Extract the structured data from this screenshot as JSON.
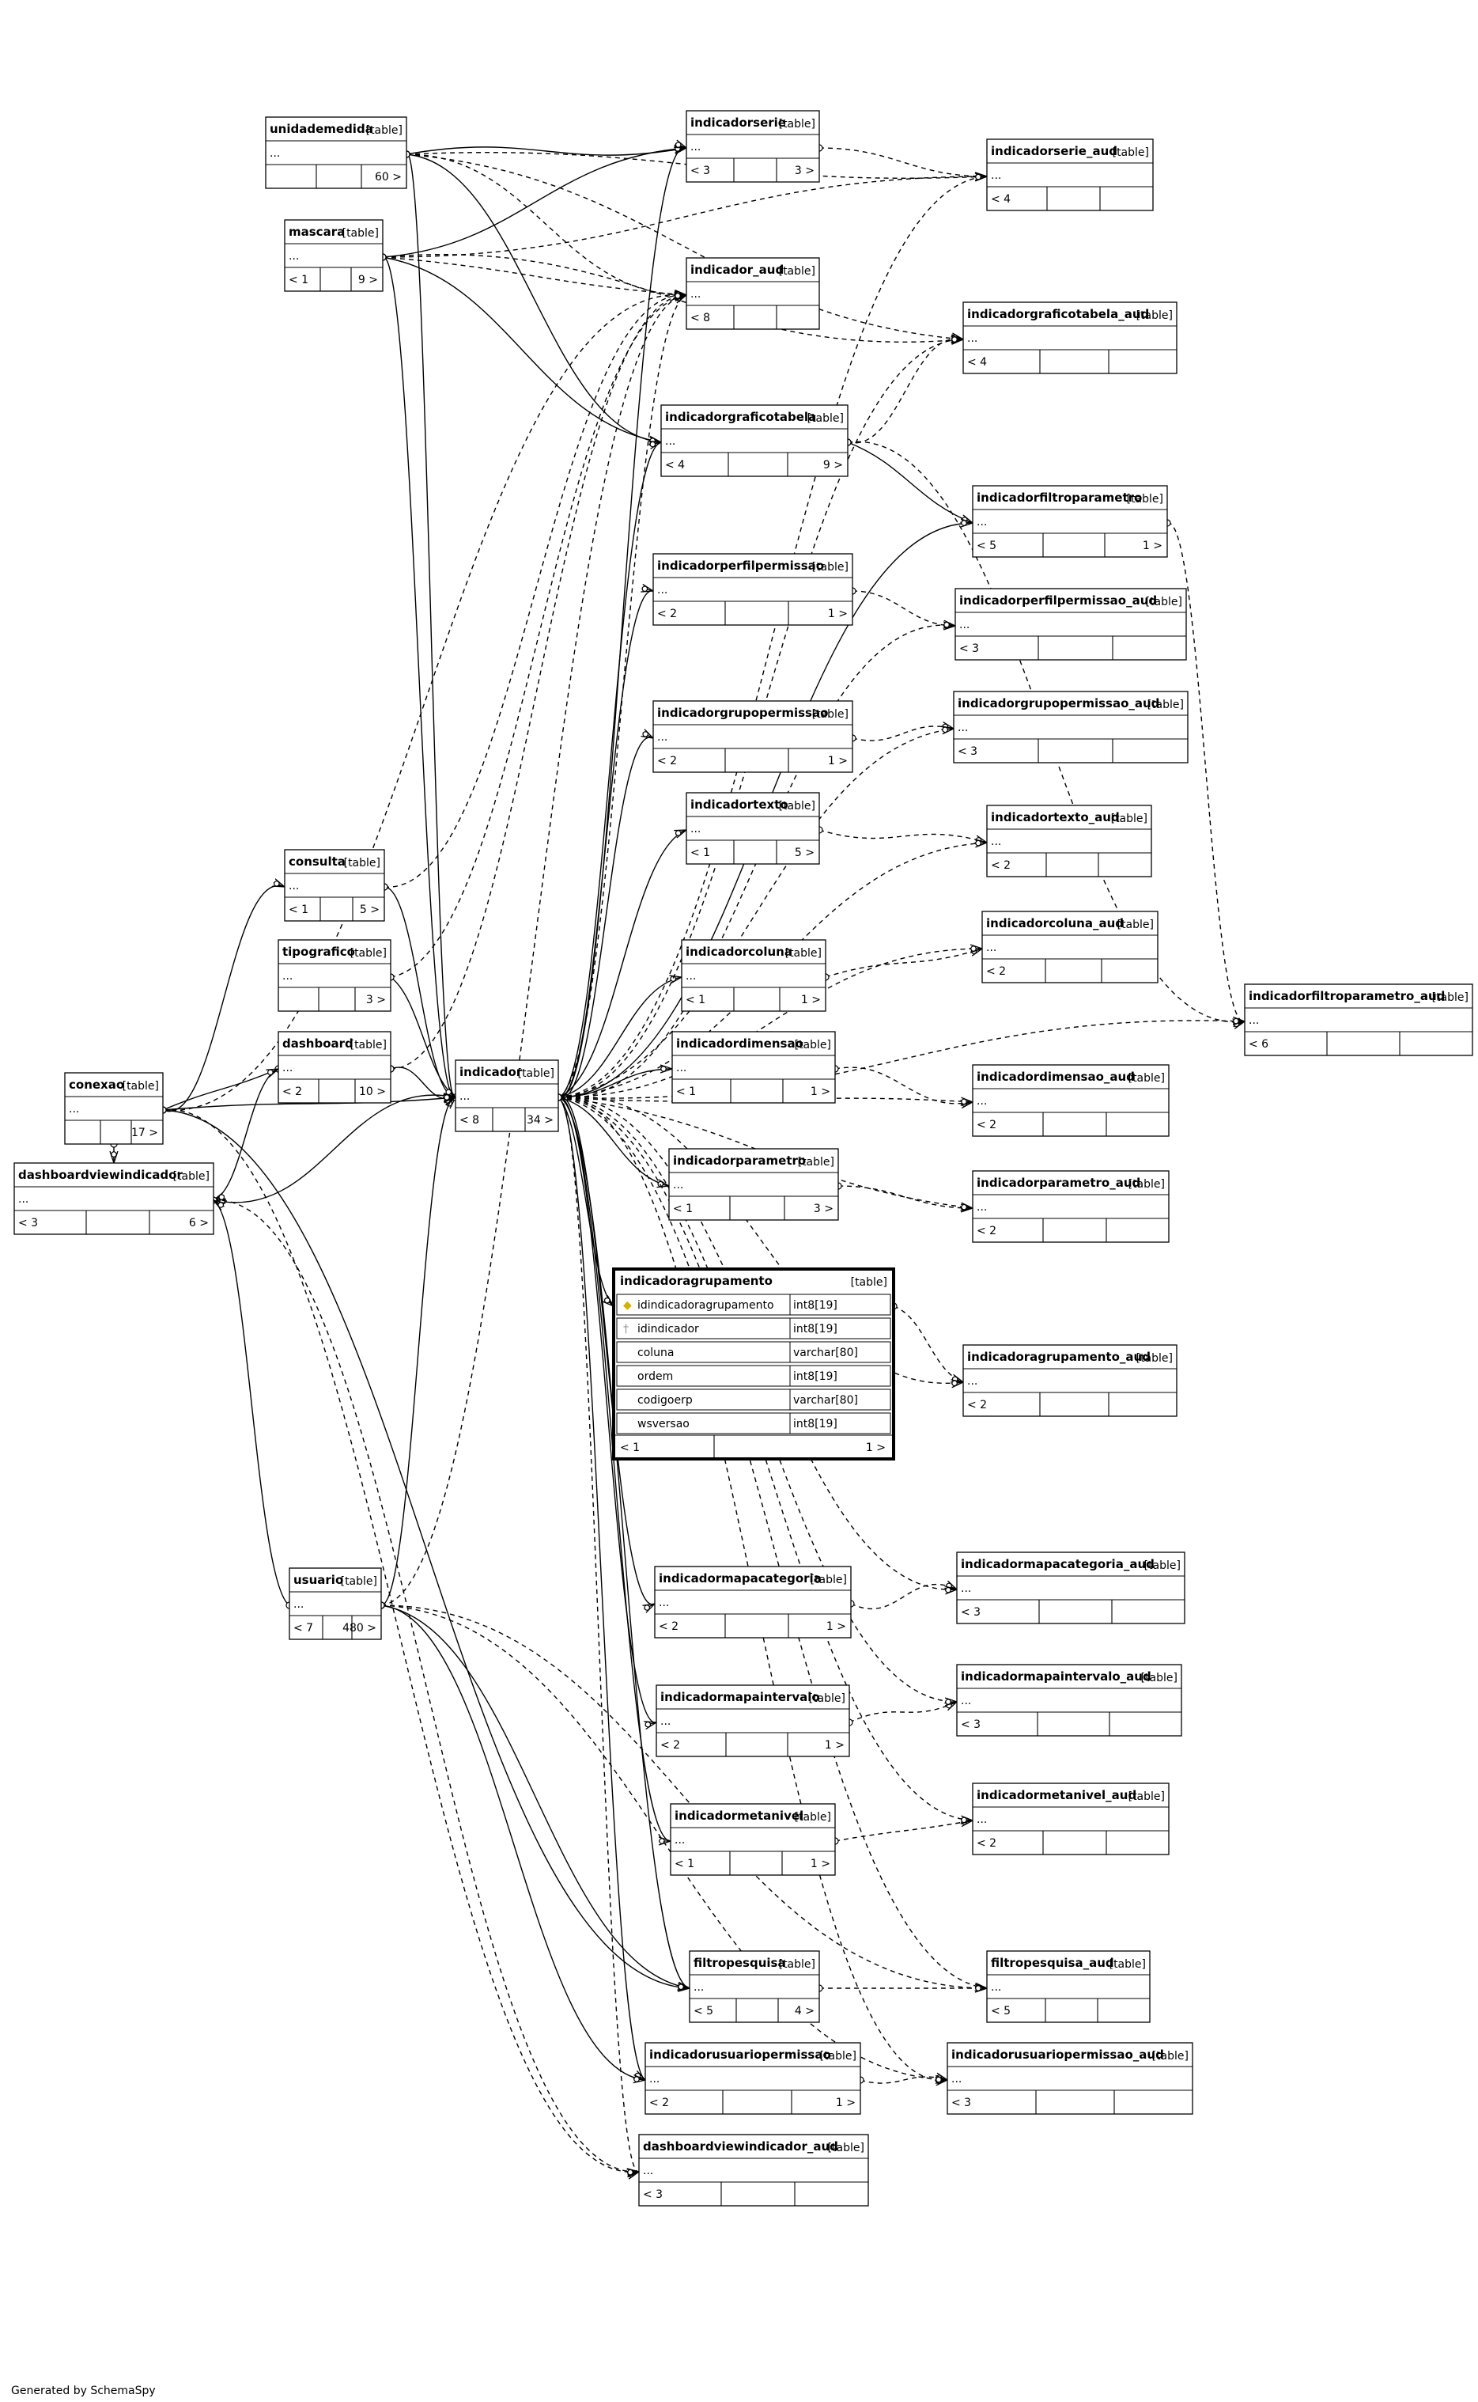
{
  "footer": "Generated by SchemaSpy",
  "tag_text": "[table]",
  "tables": [
    {
      "id": "unidademedida",
      "name": "unidademedida",
      "ellipsis": "...",
      "parents": "",
      "children": "60 >"
    },
    {
      "id": "mascara",
      "name": "mascara",
      "ellipsis": "...",
      "parents": "< 1",
      "children": "9 >"
    },
    {
      "id": "indicadorserie",
      "name": "indicadorserie",
      "ellipsis": "...",
      "parents": "< 3",
      "children": "3 >"
    },
    {
      "id": "indicadorserie_aud",
      "name": "indicadorserie_aud",
      "ellipsis": "...",
      "parents": "< 4",
      "children": ""
    },
    {
      "id": "indicador_aud",
      "name": "indicador_aud",
      "ellipsis": "...",
      "parents": "< 8",
      "children": ""
    },
    {
      "id": "indicadorgraficotabela_aud",
      "name": "indicadorgraficotabela_aud",
      "ellipsis": "...",
      "parents": "< 4",
      "children": ""
    },
    {
      "id": "indicadorgraficotabela",
      "name": "indicadorgraficotabela",
      "ellipsis": "...",
      "parents": "< 4",
      "children": "9 >"
    },
    {
      "id": "indicadorfiltroparametro",
      "name": "indicadorfiltroparametro",
      "ellipsis": "...",
      "parents": "< 5",
      "children": "1 >"
    },
    {
      "id": "indicadorperfilpermissao",
      "name": "indicadorperfilpermissao",
      "ellipsis": "...",
      "parents": "< 2",
      "children": "1 >"
    },
    {
      "id": "indicadorperfilpermissao_aud",
      "name": "indicadorperfilpermissao_aud",
      "ellipsis": "...",
      "parents": "< 3",
      "children": ""
    },
    {
      "id": "indicadorgrupopermissao",
      "name": "indicadorgrupopermissao",
      "ellipsis": "...",
      "parents": "< 2",
      "children": "1 >"
    },
    {
      "id": "indicadorgrupopermissao_aud",
      "name": "indicadorgrupopermissao_aud",
      "ellipsis": "...",
      "parents": "< 3",
      "children": ""
    },
    {
      "id": "indicadortexto",
      "name": "indicadortexto",
      "ellipsis": "...",
      "parents": "< 1",
      "children": "5 >"
    },
    {
      "id": "indicadortexto_aud",
      "name": "indicadortexto_aud",
      "ellipsis": "...",
      "parents": "< 2",
      "children": ""
    },
    {
      "id": "consulta",
      "name": "consulta",
      "ellipsis": "...",
      "parents": "< 1",
      "children": "5 >"
    },
    {
      "id": "indicadorcoluna",
      "name": "indicadorcoluna",
      "ellipsis": "...",
      "parents": "< 1",
      "children": "1 >"
    },
    {
      "id": "indicadorcoluna_aud",
      "name": "indicadorcoluna_aud",
      "ellipsis": "...",
      "parents": "< 2",
      "children": ""
    },
    {
      "id": "tipografico",
      "name": "tipografico",
      "ellipsis": "...",
      "parents": "",
      "children": "3 >"
    },
    {
      "id": "indicadorfiltroparametro_aud",
      "name": "indicadorfiltroparametro_aud",
      "ellipsis": "...",
      "parents": "< 6",
      "children": ""
    },
    {
      "id": "dashboard",
      "name": "dashboard",
      "ellipsis": "...",
      "parents": "< 2",
      "children": "10 >"
    },
    {
      "id": "indicadordimensao",
      "name": "indicadordimensao",
      "ellipsis": "...",
      "parents": "< 1",
      "children": "1 >"
    },
    {
      "id": "conexao",
      "name": "conexao",
      "ellipsis": "...",
      "parents": "",
      "children": "17 >"
    },
    {
      "id": "indicador",
      "name": "indicador",
      "ellipsis": "...",
      "parents": "< 8",
      "children": "34 >"
    },
    {
      "id": "indicadordimensao_aud",
      "name": "indicadordimensao_aud",
      "ellipsis": "...",
      "parents": "< 2",
      "children": ""
    },
    {
      "id": "dashboardviewindicador",
      "name": "dashboardviewindicador",
      "ellipsis": "...",
      "parents": "< 3",
      "children": "6 >"
    },
    {
      "id": "indicadorparametro",
      "name": "indicadorparametro",
      "ellipsis": "...",
      "parents": "< 1",
      "children": "3 >"
    },
    {
      "id": "indicadorparametro_aud",
      "name": "indicadorparametro_aud",
      "ellipsis": "...",
      "parents": "< 2",
      "children": ""
    },
    {
      "id": "indicadoragrupamento_aud",
      "name": "indicadoragrupamento_aud",
      "ellipsis": "...",
      "parents": "< 2",
      "children": ""
    },
    {
      "id": "usuario",
      "name": "usuario",
      "ellipsis": "...",
      "parents": "< 7",
      "children": "480 >"
    },
    {
      "id": "indicadormapacategoria",
      "name": "indicadormapacategoria",
      "ellipsis": "...",
      "parents": "< 2",
      "children": "1 >"
    },
    {
      "id": "indicadormapacategoria_aud",
      "name": "indicadormapacategoria_aud",
      "ellipsis": "...",
      "parents": "< 3",
      "children": ""
    },
    {
      "id": "indicadormapaintervalo_aud",
      "name": "indicadormapaintervalo_aud",
      "ellipsis": "...",
      "parents": "< 3",
      "children": ""
    },
    {
      "id": "indicadormapaintervalo",
      "name": "indicadormapaintervalo",
      "ellipsis": "...",
      "parents": "< 2",
      "children": "1 >"
    },
    {
      "id": "indicadormetanivel_aud",
      "name": "indicadormetanivel_aud",
      "ellipsis": "...",
      "parents": "< 2",
      "children": ""
    },
    {
      "id": "indicadormetanivel",
      "name": "indicadormetanivel",
      "ellipsis": "...",
      "parents": "< 1",
      "children": "1 >"
    },
    {
      "id": "filtropesquisa",
      "name": "filtropesquisa",
      "ellipsis": "...",
      "parents": "< 5",
      "children": "4 >"
    },
    {
      "id": "filtropesquisa_aud",
      "name": "filtropesquisa_aud",
      "ellipsis": "...",
      "parents": "< 5",
      "children": ""
    },
    {
      "id": "indicadorusuariopermissao",
      "name": "indicadorusuariopermissao",
      "ellipsis": "...",
      "parents": "< 2",
      "children": "1 >"
    },
    {
      "id": "indicadorusuariopermissao_aud",
      "name": "indicadorusuariopermissao_aud",
      "ellipsis": "...",
      "parents": "< 3",
      "children": ""
    },
    {
      "id": "dashboardviewindicador_aud",
      "name": "dashboardviewindicador_aud",
      "ellipsis": "...",
      "parents": "< 3",
      "children": ""
    }
  ],
  "focus_table": {
    "id": "indicadoragrupamento",
    "name": "indicadoragrupamento",
    "columns": [
      {
        "name": "idindicadoragrupamento",
        "type": "int8[19]",
        "key": "pk"
      },
      {
        "name": "idindicador",
        "type": "int8[19]",
        "key": "fk"
      },
      {
        "name": "coluna",
        "type": "varchar[80]",
        "key": ""
      },
      {
        "name": "ordem",
        "type": "int8[19]",
        "key": ""
      },
      {
        "name": "codigoerp",
        "type": "varchar[80]",
        "key": ""
      },
      {
        "name": "wsversao",
        "type": "int8[19]",
        "key": ""
      }
    ],
    "parents": "< 1",
    "children": "1 >"
  },
  "relationships": [
    {
      "from": "unidademedida",
      "to": "indicadorserie",
      "implied": false
    },
    {
      "from": "unidademedida",
      "to": "indicadorserie_aud",
      "implied": true
    },
    {
      "from": "unidademedida",
      "to": "indicador_aud",
      "implied": true
    },
    {
      "from": "unidademedida",
      "to": "indicadorgraficotabela",
      "implied": false
    },
    {
      "from": "unidademedida",
      "to": "indicadorgraficotabela_aud",
      "implied": true
    },
    {
      "from": "unidademedida",
      "to": "indicador",
      "implied": false
    },
    {
      "from": "mascara",
      "to": "indicadorserie",
      "implied": false
    },
    {
      "from": "mascara",
      "to": "indicadorserie_aud",
      "implied": true
    },
    {
      "from": "mascara",
      "to": "indicador_aud",
      "implied": true
    },
    {
      "from": "mascara",
      "to": "indicadorgraficotabela",
      "implied": false
    },
    {
      "from": "mascara",
      "to": "indicadorgraficotabela_aud",
      "implied": true
    },
    {
      "from": "mascara",
      "to": "indicador",
      "implied": false
    },
    {
      "from": "indicadorserie",
      "to": "indicadorserie_aud",
      "implied": true
    },
    {
      "from": "indicadorgraficotabela",
      "to": "indicadorgraficotabela_aud",
      "implied": true
    },
    {
      "from": "indicadorgraficotabela",
      "to": "indicadorfiltroparametro",
      "implied": false
    },
    {
      "from": "indicadorgraficotabela",
      "to": "indicadorfiltroparametro_aud",
      "implied": true
    },
    {
      "from": "indicadorfiltroparametro",
      "to": "indicadorfiltroparametro_aud",
      "implied": true
    },
    {
      "from": "indicadorperfilpermissao",
      "to": "indicadorperfilpermissao_aud",
      "implied": true
    },
    {
      "from": "indicadorgrupopermissao",
      "to": "indicadorgrupopermissao_aud",
      "implied": true
    },
    {
      "from": "indicadortexto",
      "to": "indicadortexto_aud",
      "implied": true
    },
    {
      "from": "indicadorcoluna",
      "to": "indicadorcoluna_aud",
      "implied": true
    },
    {
      "from": "indicadordimensao",
      "to": "indicadordimensao_aud",
      "implied": true
    },
    {
      "from": "indicadorparametro",
      "to": "indicadorparametro_aud",
      "implied": true
    },
    {
      "from": "indicadoragrupamento",
      "to": "indicadoragrupamento_aud",
      "implied": true
    },
    {
      "from": "indicadormapacategoria",
      "to": "indicadormapacategoria_aud",
      "implied": true
    },
    {
      "from": "indicadormapaintervalo",
      "to": "indicadormapaintervalo_aud",
      "implied": true
    },
    {
      "from": "indicadormetanivel",
      "to": "indicadormetanivel_aud",
      "implied": true
    },
    {
      "from": "filtropesquisa",
      "to": "filtropesquisa_aud",
      "implied": true
    },
    {
      "from": "indicadorusuariopermissao",
      "to": "indicadorusuariopermissao_aud",
      "implied": true
    },
    {
      "from": "indicador",
      "to": "indicadorserie",
      "implied": false
    },
    {
      "from": "indicador",
      "to": "indicador_aud",
      "implied": true
    },
    {
      "from": "indicador",
      "to": "indicadorgraficotabela",
      "implied": false
    },
    {
      "from": "indicador",
      "to": "indicadorfiltroparametro",
      "implied": false
    },
    {
      "from": "indicador",
      "to": "indicadorperfilpermissao",
      "implied": false
    },
    {
      "from": "indicador",
      "to": "indicadorgrupopermissao",
      "implied": false
    },
    {
      "from": "indicador",
      "to": "indicadortexto",
      "implied": false
    },
    {
      "from": "indicador",
      "to": "indicadorcoluna",
      "implied": false
    },
    {
      "from": "indicador",
      "to": "indicadordimensao",
      "implied": false
    },
    {
      "from": "indicador",
      "to": "indicadorparametro",
      "implied": false
    },
    {
      "from": "indicador",
      "to": "indicadoragrupamento",
      "implied": false
    },
    {
      "from": "indicador",
      "to": "indicadormapacategoria",
      "implied": false
    },
    {
      "from": "indicador",
      "to": "indicadormapaintervalo",
      "implied": false
    },
    {
      "from": "indicador",
      "to": "indicadormetanivel",
      "implied": false
    },
    {
      "from": "indicador",
      "to": "filtropesquisa",
      "implied": false
    },
    {
      "from": "indicador",
      "to": "indicadorusuariopermissao",
      "implied": false
    },
    {
      "from": "indicador",
      "to": "dashboardviewindicador",
      "implied": false
    },
    {
      "from": "indicador",
      "to": "indicadorserie_aud",
      "implied": true
    },
    {
      "from": "indicador",
      "to": "indicadorgraficotabela_aud",
      "implied": true
    },
    {
      "from": "indicador",
      "to": "indicadorfiltroparametro_aud",
      "implied": true
    },
    {
      "from": "indicador",
      "to": "indicadorperfilpermissao_aud",
      "implied": true
    },
    {
      "from": "indicador",
      "to": "indicadorgrupopermissao_aud",
      "implied": true
    },
    {
      "from": "indicador",
      "to": "indicadortexto_aud",
      "implied": true
    },
    {
      "from": "indicador",
      "to": "indicadorcoluna_aud",
      "implied": true
    },
    {
      "from": "indicador",
      "to": "indicadordimensao_aud",
      "implied": true
    },
    {
      "from": "indicador",
      "to": "indicadorparametro_aud",
      "implied": true
    },
    {
      "from": "indicador",
      "to": "indicadoragrupamento_aud",
      "implied": true
    },
    {
      "from": "indicador",
      "to": "indicadormapacategoria_aud",
      "implied": true
    },
    {
      "from": "indicador",
      "to": "indicadormapaintervalo_aud",
      "implied": true
    },
    {
      "from": "indicador",
      "to": "indicadormetanivel_aud",
      "implied": true
    },
    {
      "from": "indicador",
      "to": "filtropesquisa_aud",
      "implied": true
    },
    {
      "from": "indicador",
      "to": "indicadorusuariopermissao_aud",
      "implied": true
    },
    {
      "from": "indicador",
      "to": "dashboardviewindicador_aud",
      "implied": true
    },
    {
      "from": "consulta",
      "to": "indicador",
      "implied": false
    },
    {
      "from": "consulta",
      "to": "indicador_aud",
      "implied": true
    },
    {
      "from": "tipografico",
      "to": "indicador",
      "implied": false
    },
    {
      "from": "tipografico",
      "to": "indicador_aud",
      "implied": true
    },
    {
      "from": "dashboard",
      "to": "indicador",
      "implied": false
    },
    {
      "from": "dashboard",
      "to": "indicador_aud",
      "implied": true
    },
    {
      "from": "dashboard",
      "to": "dashboardviewindicador",
      "implied": false
    },
    {
      "from": "conexao",
      "to": "consulta",
      "implied": false
    },
    {
      "from": "conexao",
      "to": "dashboard",
      "implied": false
    },
    {
      "from": "conexao",
      "to": "indicador",
      "implied": false
    },
    {
      "from": "conexao",
      "to": "dashboardviewindicador",
      "implied": false
    },
    {
      "from": "conexao",
      "to": "filtropesquisa",
      "implied": false
    },
    {
      "from": "conexao",
      "to": "indicador_aud",
      "implied": true
    },
    {
      "from": "conexao",
      "to": "dashboardviewindicador_aud",
      "implied": true
    },
    {
      "from": "dashboardviewindicador",
      "to": "dashboardviewindicador_aud",
      "implied": true
    },
    {
      "from": "usuario",
      "to": "indicador",
      "implied": false
    },
    {
      "from": "usuario",
      "to": "indicadorusuariopermissao",
      "implied": false
    },
    {
      "from": "usuario",
      "to": "filtropesquisa",
      "implied": false
    },
    {
      "from": "usuario",
      "to": "dashboardviewindicador",
      "implied": false
    },
    {
      "from": "usuario",
      "to": "indicador_aud",
      "implied": true
    },
    {
      "from": "usuario",
      "to": "filtropesquisa_aud",
      "implied": true
    },
    {
      "from": "usuario",
      "to": "indicadorusuariopermissao_aud",
      "implied": true
    }
  ]
}
